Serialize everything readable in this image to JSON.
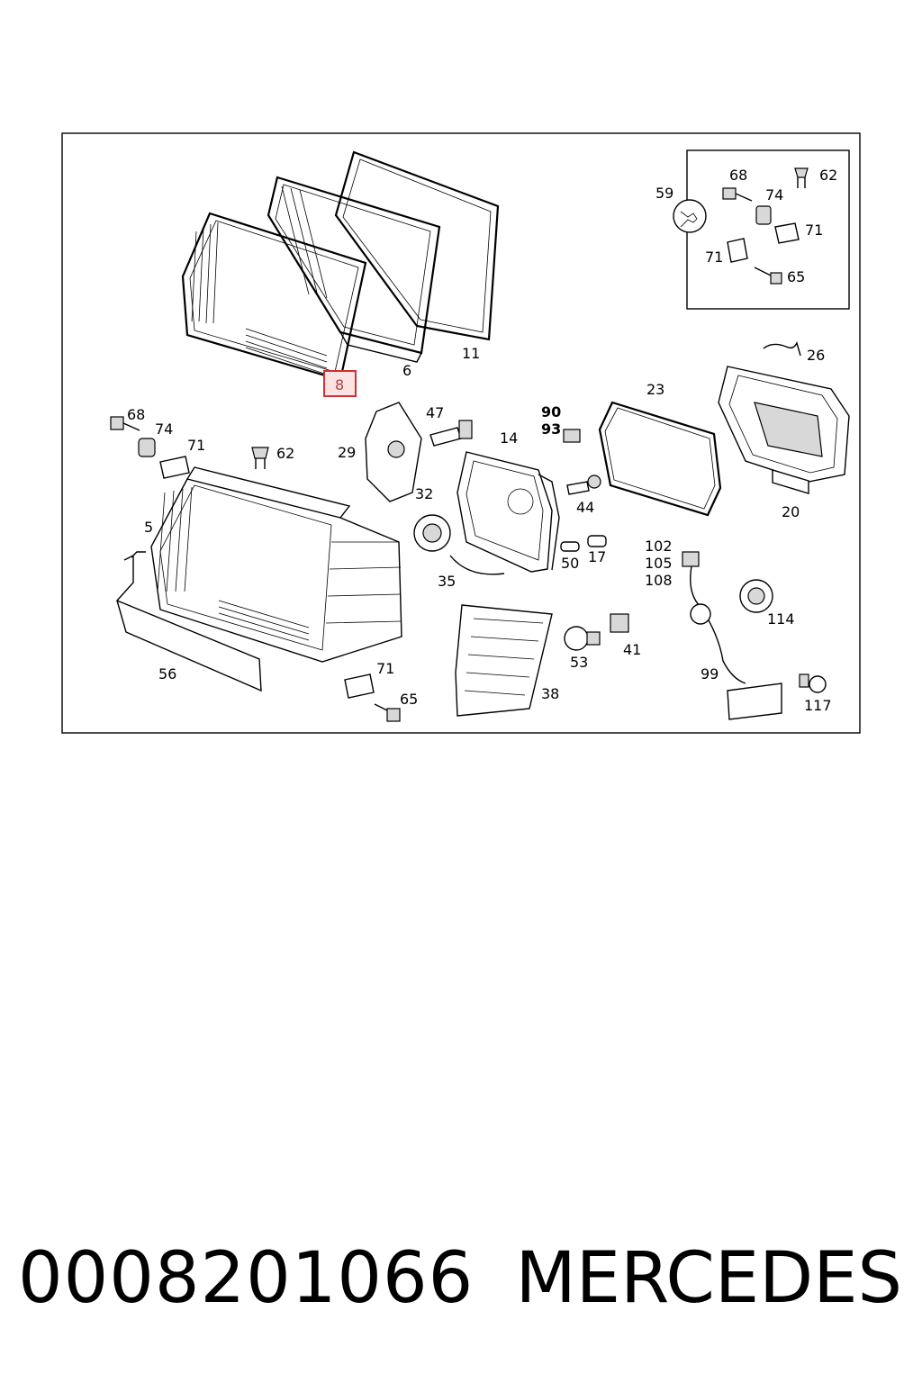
{
  "diagram": {
    "highlighted_label": "8",
    "labels": {
      "l11": "11",
      "l6": "6",
      "l8": "8",
      "l59": "59",
      "l68a": "68",
      "l62a": "62",
      "l74a": "74",
      "l71a": "71",
      "l71b": "71",
      "l65a": "65",
      "l26": "26",
      "l23": "23",
      "l20": "20",
      "l68b": "68",
      "l74b": "74",
      "l71c": "71",
      "l62b": "62",
      "l47": "47",
      "l29": "29",
      "l32": "32",
      "l14": "14",
      "l90": "90",
      "l93": "93",
      "l44": "44",
      "l5": "5",
      "l35": "35",
      "l50": "50",
      "l17": "17",
      "l102": "102",
      "l105": "105",
      "l108": "108",
      "l114": "114",
      "l56": "56",
      "l71d": "71",
      "l65b": "65",
      "l38": "38",
      "l53": "53",
      "l41": "41",
      "l99": "99",
      "l117": "117"
    }
  },
  "footer": {
    "part_number": "0008201066",
    "brand": "MERCEDES"
  }
}
